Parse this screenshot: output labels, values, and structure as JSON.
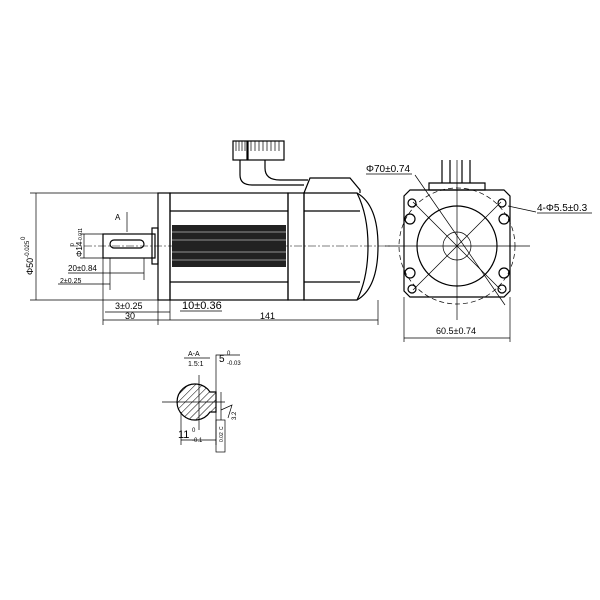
{
  "side_view": {
    "dia_body": "Φ50",
    "dia_body_tol_upper": "0",
    "dia_body_tol_lower": "-0.025",
    "dia_shaft": "Φ14",
    "dia_shaft_tol_upper": "0",
    "dia_shaft_tol_lower": "-0.011",
    "section_mark": "A",
    "key_length": "20±0.84",
    "key_offset": "2±0.25",
    "flange_thickness": "3±0.25",
    "shaft_length": "30",
    "pilot_offset": "10±0.36",
    "total_length": "141"
  },
  "front_view": {
    "pcd": "Φ70±0.74",
    "holes": "4-Φ5.5±0.3",
    "square": "60.5±0.74"
  },
  "section": {
    "title": "A-A",
    "scale": "1.5:1",
    "key_width": "5",
    "key_width_tol_upper": "0",
    "key_width_tol_lower": "-0.03",
    "depth": "11",
    "depth_tol_upper": "0",
    "depth_tol_lower": "-0.1",
    "roughness": "3.2",
    "symmetry_tol": "0.02",
    "datum": "C"
  }
}
